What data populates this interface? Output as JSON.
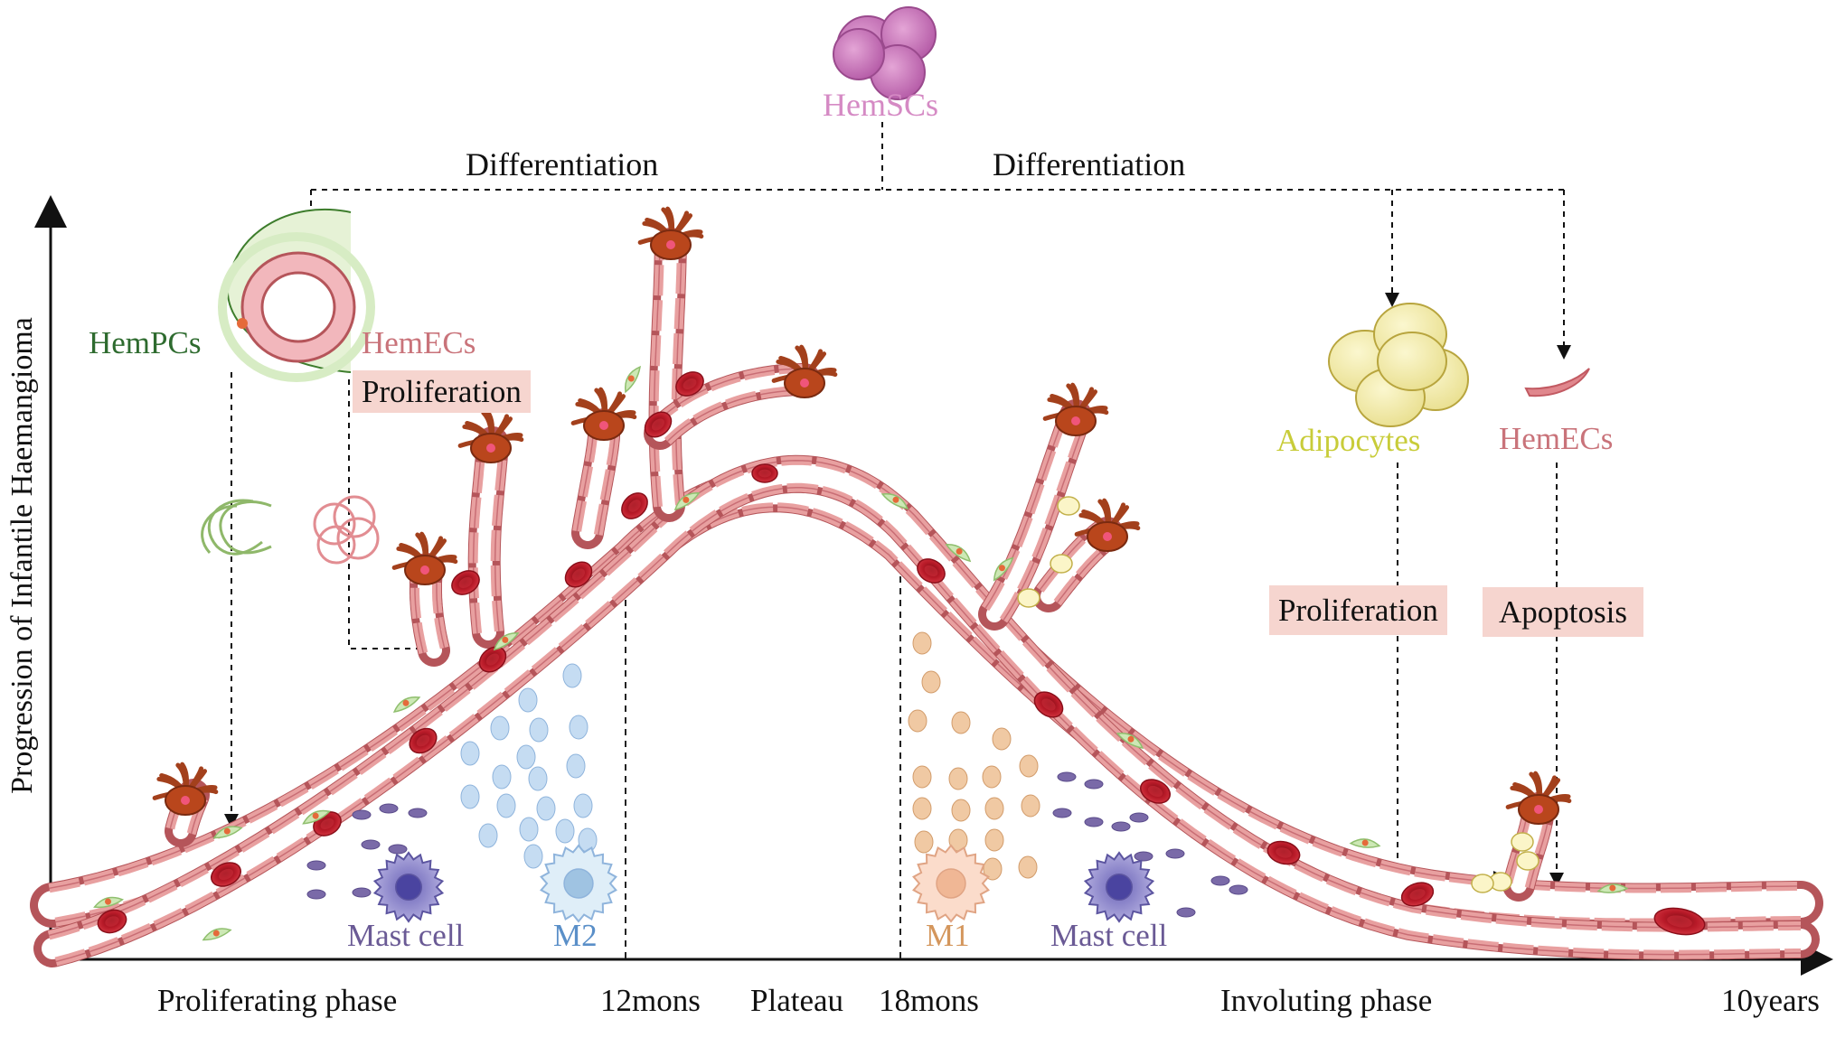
{
  "diagram": {
    "y_axis_label": "Progression of Infantile Haemangioma",
    "top_cell": {
      "label": "HemSCs",
      "color": "#d58ac4"
    },
    "differentiation_left": "Differentiation",
    "differentiation_right": "Differentiation",
    "left_cells": {
      "hempcs_label": "HemPCs",
      "hemecs_label": "HemECs",
      "proliferation_label": "Proliferation"
    },
    "right_cells": {
      "adipocytes_label": "Adipocytes",
      "hemecs_label": "HemECs",
      "proliferation_label": "Proliferation",
      "apoptosis_label": "Apoptosis"
    },
    "immune_cells": {
      "mast_cell_left": "Mast cell",
      "m2": "M2",
      "m1": "M1",
      "mast_cell_right": "Mast cell"
    },
    "x_axis": {
      "proliferating_phase": "Proliferating phase",
      "twelve_months": "12mons",
      "plateau": "Plateau",
      "eighteen_months": "18mons",
      "involuting_phase": "Involuting phase",
      "ten_years": "10years"
    },
    "colors": {
      "hempcs_green": "#2e6b2f",
      "hemecs_pink": "#c9737a",
      "adipocyte_yellow": "#c8cc39",
      "mast_purple": "#6a5a95",
      "m2_blue": "#5a8fc8",
      "m1_orange": "#d4965c",
      "proliferation_box": "#f6d5cf",
      "vessel_fill": "#e8a0a0",
      "vessel_stroke": "#b5555a",
      "rbc": "#c8202e"
    }
  }
}
